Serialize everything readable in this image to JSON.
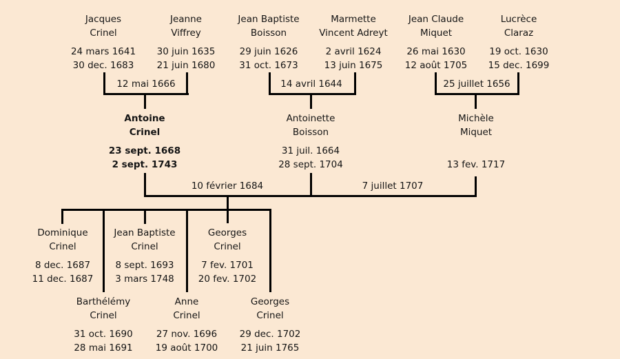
{
  "colors": {
    "background": "#fbe8d3",
    "line": "#000000",
    "text": "#141414"
  },
  "people": {
    "jacques": {
      "name1": "Jacques",
      "name2": "Crinel",
      "birth": "24 mars 1641",
      "death": "30 dec. 1683"
    },
    "jeanne": {
      "name1": "Jeanne",
      "name2": "Viffrey",
      "birth": "30 juin 1635",
      "death": "21 juin 1680"
    },
    "jean_baptiste_sr": {
      "name1": "Jean Baptiste",
      "name2": "Boisson",
      "birth": "29 juin 1626",
      "death": "31 oct. 1673"
    },
    "marmette": {
      "name1": "Marmette",
      "name2": "Vincent Adreyt",
      "birth": "2 avril 1624",
      "death": "13 juin 1675"
    },
    "jean_claude": {
      "name1": "Jean Claude",
      "name2": "Miquet",
      "birth": "26 mai 1630",
      "death": "12 août 1705"
    },
    "lucrece": {
      "name1": "Lucrèce",
      "name2": "Claraz",
      "birth": "19 oct. 1630",
      "death": "15 dec. 1699"
    },
    "antoine": {
      "name1": "Antoine",
      "name2": "Crinel",
      "birth": "23 sept. 1668",
      "death": "2 sept. 1743"
    },
    "antoinette": {
      "name1": "Antoinette",
      "name2": "Boisson",
      "birth": "31 juil. 1664",
      "death": "28 sept. 1704"
    },
    "michele": {
      "name1": "Michèle",
      "name2": "Miquet",
      "birth": "",
      "death": "13 fev. 1717"
    },
    "dominique": {
      "name1": "Dominique",
      "name2": "Crinel",
      "birth": "8 dec. 1687",
      "death": "11 dec. 1687"
    },
    "jean_baptiste_jr": {
      "name1": "Jean Baptiste",
      "name2": "Crinel",
      "birth": "8 sept. 1693",
      "death": "3 mars 1748"
    },
    "georges_1": {
      "name1": "Georges",
      "name2": "Crinel",
      "birth": "7 fev. 1701",
      "death": "20 fev. 1702"
    },
    "barthelemy": {
      "name1": "Barthélémy",
      "name2": "Crinel",
      "birth": "31 oct. 1690",
      "death": "28 mai 1691"
    },
    "anne": {
      "name1": "Anne",
      "name2": "Crinel",
      "birth": "27 nov. 1696",
      "death": "19 août 1700"
    },
    "georges_2": {
      "name1": "Georges",
      "name2": "Crinel",
      "birth": "29 dec. 1702",
      "death": "21 juin 1765"
    }
  },
  "marriages": {
    "jacques_jeanne": "12 mai 1666",
    "jean_baptiste_marmette": "14 avril 1644",
    "jean_claude_lucrece": "25 juillet 1656",
    "antoine_antoinette": "10 février 1684",
    "antoine_michele": "7 juillet 1707"
  }
}
